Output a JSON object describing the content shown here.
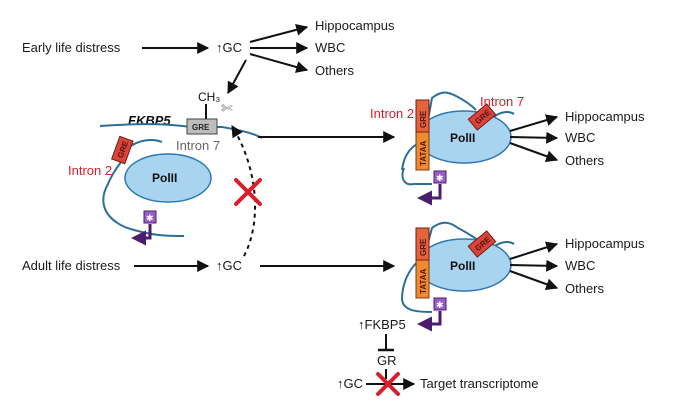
{
  "inputs": {
    "early": "Early life distress",
    "adult": "Adult life distress"
  },
  "gc": "↑GC",
  "targets": [
    "Hippocampus",
    "WBC",
    "Others"
  ],
  "gene": {
    "name": "FKBP5",
    "methyl": "CH₃",
    "gre": "GRE",
    "intron7": "Intron 7",
    "intron2": "Intron 2",
    "polii": "PolII",
    "tataa": "TATAA"
  },
  "cascade": {
    "fkbp5_up": "↑FKBP5",
    "gr": "GR",
    "gc": "↑GC",
    "target": "Target transcriptome"
  },
  "colors": {
    "ellipse_fill": "#a9d4f0",
    "ellipse_stroke": "#2c78b0",
    "dna": "#2a6f97",
    "gre_fill": "#d8453a",
    "tataa_fill": "#ef8b2f",
    "promoter": "#4b1e6d",
    "star_box": "#9a5fc2",
    "red_x": "#d8202a",
    "label_red": "#d8202a"
  }
}
